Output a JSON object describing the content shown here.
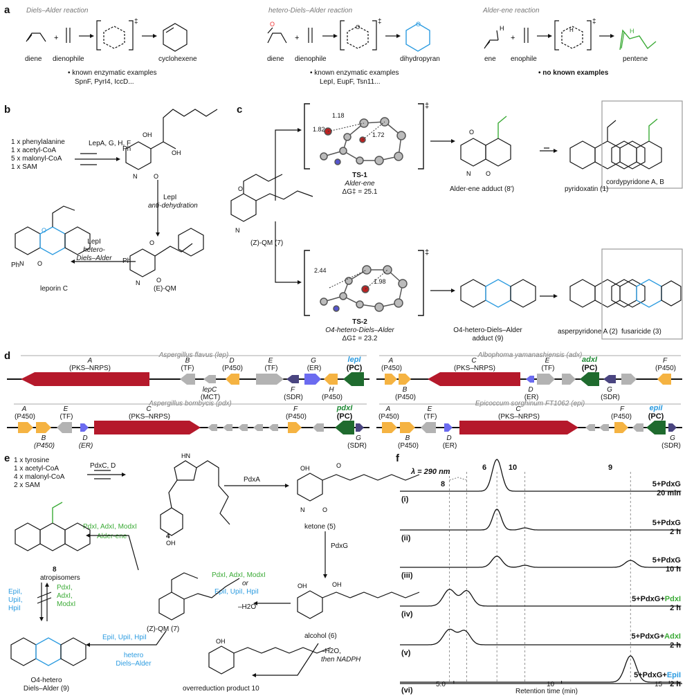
{
  "colors": {
    "pks": "#b5192b",
    "p450": "#f5b342",
    "tf": "#b3b3b3",
    "er": "#6b6bf0",
    "sdr": "#4a4580",
    "pc": "#1f6b2e",
    "green": "#3aaa35",
    "blue": "#2b9be0"
  },
  "panel_a": {
    "label": "a",
    "da": {
      "title": "Diels–Alder reaction",
      "diene": "diene",
      "dienophile": "dienophile",
      "product": "cyclohexene",
      "note": "• known enzymatic examples",
      "examples": "SpnF, PyrI4, IccD..."
    },
    "hda": {
      "title": "hetero-Diels–Alder reaction",
      "diene": "diene",
      "dienophile": "dienophile",
      "product": "dihydropyran",
      "note": "• known enzymatic examples",
      "examples": "LepI, EupF, Tsn11..."
    },
    "ae": {
      "title": "Alder-ene reaction",
      "ene": "ene",
      "enophile": "enophile",
      "product": "pentene",
      "note": "• no known examples"
    },
    "ts": "‡"
  },
  "panel_b": {
    "label": "b",
    "inputs": [
      "1 x phenylalanine",
      "1 x acetyl-CoA",
      "5 x malonyl-CoA",
      "1 x SAM"
    ],
    "enz1": "LepA, G, H, F",
    "enz2": "LepI",
    "step2": "anti-dehydration",
    "enz3": "LepI",
    "step3a": "hetero-",
    "step3b": "Diels–Alder",
    "qm": "(E)-QM",
    "product": "leporin C",
    "ph": "Ph"
  },
  "panel_c": {
    "label": "c",
    "qm": "(Z)-QM (7)",
    "ts1": {
      "name": "TS-1",
      "type": "Alder-ene",
      "dg": "ΔG‡ = 25.1",
      "d1": "1.18",
      "d2": "1.82",
      "d3": "1.72"
    },
    "ts2": {
      "name": "TS-2",
      "type": "O4-hetero-Diels–Alder",
      "dg": "ΔG‡ = 23.2",
      "d1": "2.44",
      "d2": "1.98"
    },
    "ae_adduct": "Alder-ene adduct (8')",
    "pyridoxatin": "pyridoxatin (1)",
    "cordy": "cordypyridone A, B",
    "hda_adduct1": "O4-hetero-Diels–Alder",
    "hda_adduct2": "adduct (9)",
    "asper": "asperpyridone A (2)",
    "fusaricide": "fusaricide (3)",
    "ts": "‡"
  },
  "panel_d": {
    "label": "d",
    "clusters": [
      {
        "title": "Aspergillus flavus (lep)"
      },
      {
        "title": "Albophoma yamanashiensis (adx)"
      },
      {
        "title": "Aspergillus bombycis (pdx)"
      },
      {
        "title": "Epicoccum sorghinum FT1062 (epi)"
      }
    ],
    "lep": {
      "A": "A",
      "A2": "(PKS–NRPS)",
      "B": "B",
      "B2": "(TF)",
      "C": "lepC",
      "C2": "(MCT)",
      "D": "D",
      "D2": "(P450)",
      "E": "E",
      "E2": "(TF)",
      "F": "F",
      "F2": "(SDR)",
      "G": "G",
      "G2": "(ER)",
      "H": "H",
      "H2": "(P450)",
      "I": "lepI",
      "I2": "(PC)"
    },
    "adx": {
      "A": "A",
      "A2": "(P450)",
      "B": "B",
      "B2": "(P450)",
      "C": "C",
      "C2": "(PKS–NRPS)",
      "D": "D",
      "D2": "(ER)",
      "E": "E",
      "E2": "(TF)",
      "I": "adxI",
      "I2": "(PC)",
      "G": "G",
      "G2": "(SDR)",
      "F": "F",
      "F2": "(P450)"
    },
    "pdx": {
      "A": "A",
      "A2": "(P450)",
      "B": "B",
      "B2": "(P450)",
      "E": "E",
      "E2": "(TF)",
      "D": "D",
      "D2": "(ER)",
      "C": "C",
      "C2": "(PKS–NRPS)",
      "F": "F",
      "F2": "(P450)",
      "I": "pdxI",
      "I2": "(PC)",
      "G": "G",
      "G2": "(SDR)"
    },
    "epi": {
      "A": "A",
      "A2": "(P450)",
      "B": "B",
      "B2": "(P450)",
      "E": "E",
      "E2": "(TF)",
      "D": "D",
      "D2": "(ER)",
      "C": "C",
      "C2": "(PKS–NRPS)",
      "F": "F",
      "F2": "(P450)",
      "I": "epiI",
      "I2": "(PC)",
      "G": "G",
      "G2": "(SDR)"
    }
  },
  "panel_e": {
    "label": "e",
    "inputs": [
      "1 x tyrosine",
      "1 x acetyl-CoA",
      "4 x malonyl-CoA",
      "2 x SAM"
    ],
    "enz_cd": "PdxC, D",
    "cmpd4": "4",
    "enz_a": "PdxA",
    "ketone": "ketone (5)",
    "enz_g": "PdxG",
    "alcohol": "alcohol (6)",
    "minus_h2o": "–H2O",
    "qm_enz1": "PdxI, AdxI, ModxI",
    "qm_or": "or",
    "qm_enz2": "EpiI, UpiI, HpiI",
    "qm": "(Z)-QM (7)",
    "ae_enz": "PdxI, AdxI, ModxI",
    "ae_label": "Alder-ene",
    "atrop": "atropisomers",
    "cmpd8": "8",
    "eq_left": "EpiI, UpiI, HpiI",
    "eq_right": "PdxI, AdxI, ModxI",
    "hda_enz": "EpiI, UpiI, HpiI",
    "hda_lab1": "hetero",
    "hda_lab2": "Diels–Alder",
    "o4_1": "O4-hetero",
    "o4_2": "Diels–Alder (9)",
    "over1": "–H2O,",
    "over2": "then NADPH",
    "over_prod": "overreduction product 10"
  },
  "panel_f": {
    "label": "f",
    "lambda": "λ = 290 nm",
    "peak_labels": [
      "8",
      "6",
      "10",
      "9"
    ],
    "xlabel": "Retention time (min)",
    "xticks": [
      "5.0",
      "10",
      "15"
    ],
    "traces": [
      {
        "id": "(i)",
        "label1": "5+PdxG",
        "label2": "20 min",
        "ext": ""
      },
      {
        "id": "(ii)",
        "label1": "5+PdxG",
        "label2": "2 h",
        "ext": ""
      },
      {
        "id": "(iii)",
        "label1": "5+PdxG",
        "label2": "10 h",
        "ext": ""
      },
      {
        "id": "(iv)",
        "label1": "5+PdxG+",
        "label2": "2 h",
        "ext": "PdxI"
      },
      {
        "id": "(v)",
        "label1": "5+PdxG+",
        "label2": "2 h",
        "ext": "AdxI"
      },
      {
        "id": "(vi)",
        "label1": "5+PdxG+",
        "label2": "2 h",
        "ext": "EpiI"
      }
    ]
  }
}
